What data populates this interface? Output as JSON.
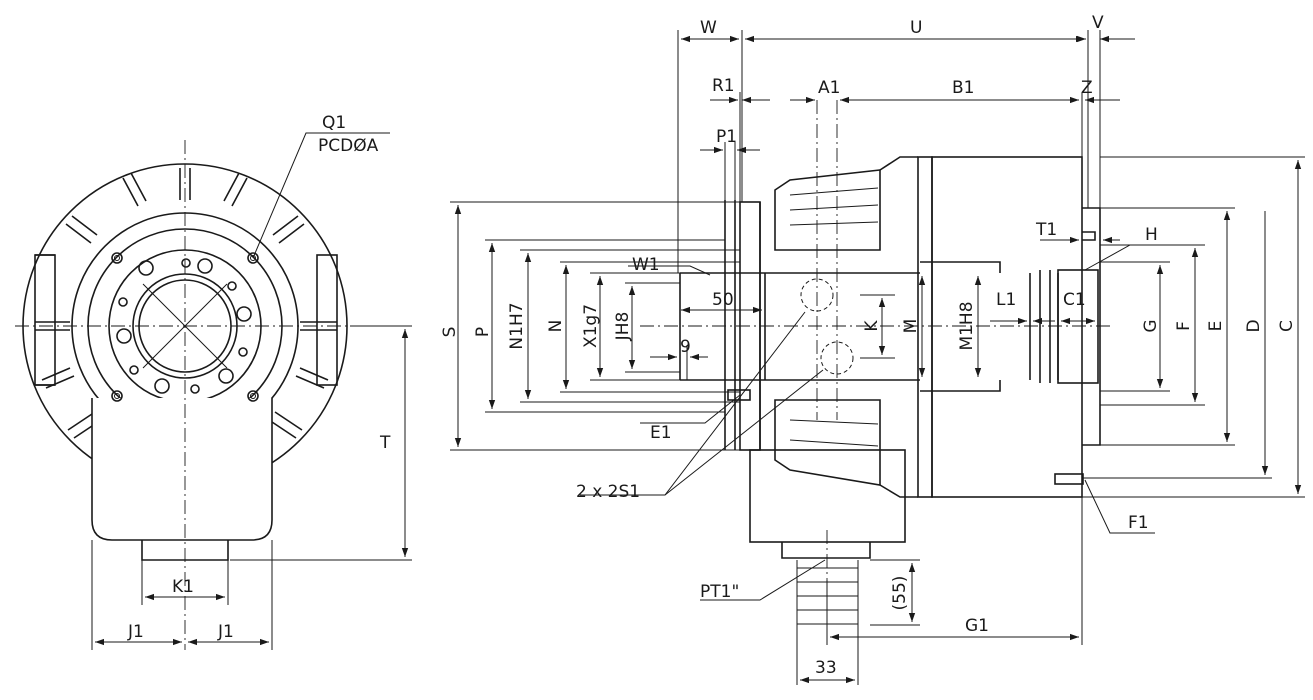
{
  "labels": {
    "q1": "Q1",
    "pcd": "PCDØA",
    "t": "T",
    "k1": "K1",
    "j1_left": "J1",
    "j1_right": "J1",
    "s": "S",
    "p": "P",
    "n1h7": "N1H7",
    "n": "N",
    "x1g7": "X1g7",
    "jh8": "JH8",
    "w1": "W1",
    "dim_50": "50",
    "dim_9": "9",
    "k": "K",
    "m": "M",
    "m1h8": "M1H8",
    "l1": "L1",
    "c1": "C1",
    "g": "G",
    "f": "F",
    "e": "E",
    "d": "D",
    "c": "C",
    "w": "W",
    "u": "U",
    "v": "V",
    "r1": "R1",
    "a1": "A1",
    "b1": "B1",
    "z": "Z",
    "p1": "P1",
    "t1": "T1",
    "h": "H",
    "e1": "E1",
    "s1": "2 x 2S1",
    "f1": "F1",
    "pt1": "PT1\"",
    "dim_55": "(55)",
    "g1": "G1",
    "dim_33": "33"
  }
}
